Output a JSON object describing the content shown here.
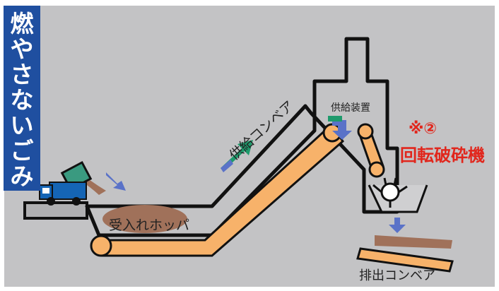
{
  "vertical_label": [
    "燃",
    "や",
    "さ",
    "な",
    "い",
    "ご",
    "み"
  ],
  "labels": {
    "hopper": "受入れホッパ",
    "supply_conveyor": "供給コンベア",
    "feeder": "供給装置",
    "note_mark": "※②",
    "crusher": "回転破砕機",
    "discharge_conveyor": "排出コンベア"
  },
  "colors": {
    "background": "#b9babc",
    "panel_bg": "#c3c3c5",
    "label_bg": "#1f4fa0",
    "conveyor": "#f7b26a",
    "waste": "#a0715a",
    "arrow_blue": "#5a72c8",
    "arrow_green": "#1e9a6c",
    "truck_blue": "#1565b5",
    "truck_box": "#3a9a80",
    "outline": "#111111",
    "red_text": "#e1261c"
  }
}
